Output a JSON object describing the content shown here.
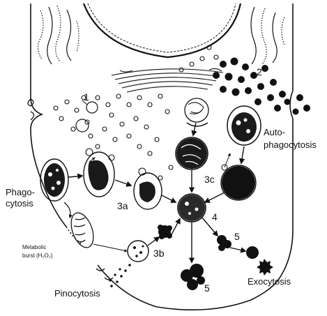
{
  "labels": {
    "n1": "1",
    "n2": "2",
    "n3a": "3a",
    "n3b": "3b",
    "n3c": "3c",
    "n4": "4",
    "n5a": "5",
    "n5b": "5",
    "phago_1": "Phago-",
    "phago_2": "cytosis",
    "auto_1": "Auto-",
    "auto_2": "phagocytosis",
    "metabolic_1": "Metabolic",
    "metabolic_2": "burst (H₂O₂)",
    "pinocytosis": "Pinocytosis",
    "exocytosis": "Exocytosis"
  },
  "colors": {
    "ink": "#111111",
    "background": "#ffffff"
  }
}
